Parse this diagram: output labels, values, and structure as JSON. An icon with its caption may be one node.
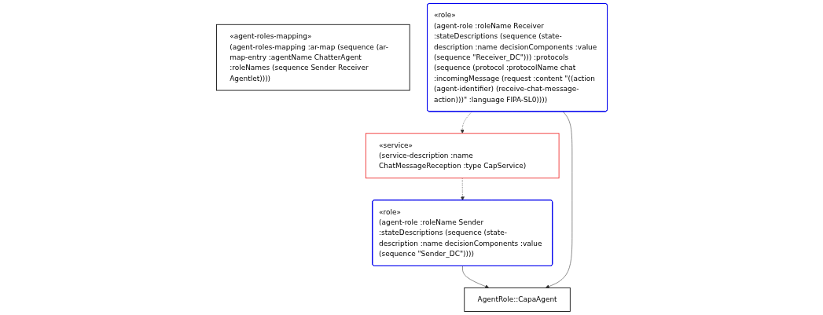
{
  "diagram": {
    "nodes": [
      {
        "text": [
          "«agent-roles-mapping»",
          "(agent-roles-mapping :ar-map (sequence (ar-map-entry :agentName ChatterAgent :roleNames (sequence Sender Receiver Agentlet))))"
        ]
      },
      {
        "text": [
          "AgentRole::CapaAgent"
        ]
      },
      {
        "text": [
          "«role»",
          "(agent-role :roleName Receiver :stateDescriptions (sequence (state-description :name decisionComponents :value (sequence \"Receiver_DC\"))) :protocols (sequence (protocol :protocolName chat :incomingMessage (request :content \"((action (agent-identifier) (receive-chat-message-action)))\" :language FIPA-SL0))))"
        ]
      },
      {
        "text": [
          "«role»",
          "(agent-role :roleName Sender :stateDescriptions (sequence (state-description :name decisionComponents :value (sequence \"Sender_DC\"))))"
        ]
      },
      {
        "text": [
          "«service»",
          "(service-description :name ChatMessageReception :type CapService)"
        ]
      }
    ],
    "edges": [
      {
        "from": 3,
        "to": 1,
        "arrow": "to"
      },
      {
        "from": 2,
        "to": 1,
        "arrow": "to"
      },
      {
        "from": 4,
        "to": 3,
        "arrow": "to",
        "style": "dashed"
      },
      {
        "from": 2,
        "to": 4,
        "arrow": "to",
        "style": "dashed"
      }
    ]
  }
}
